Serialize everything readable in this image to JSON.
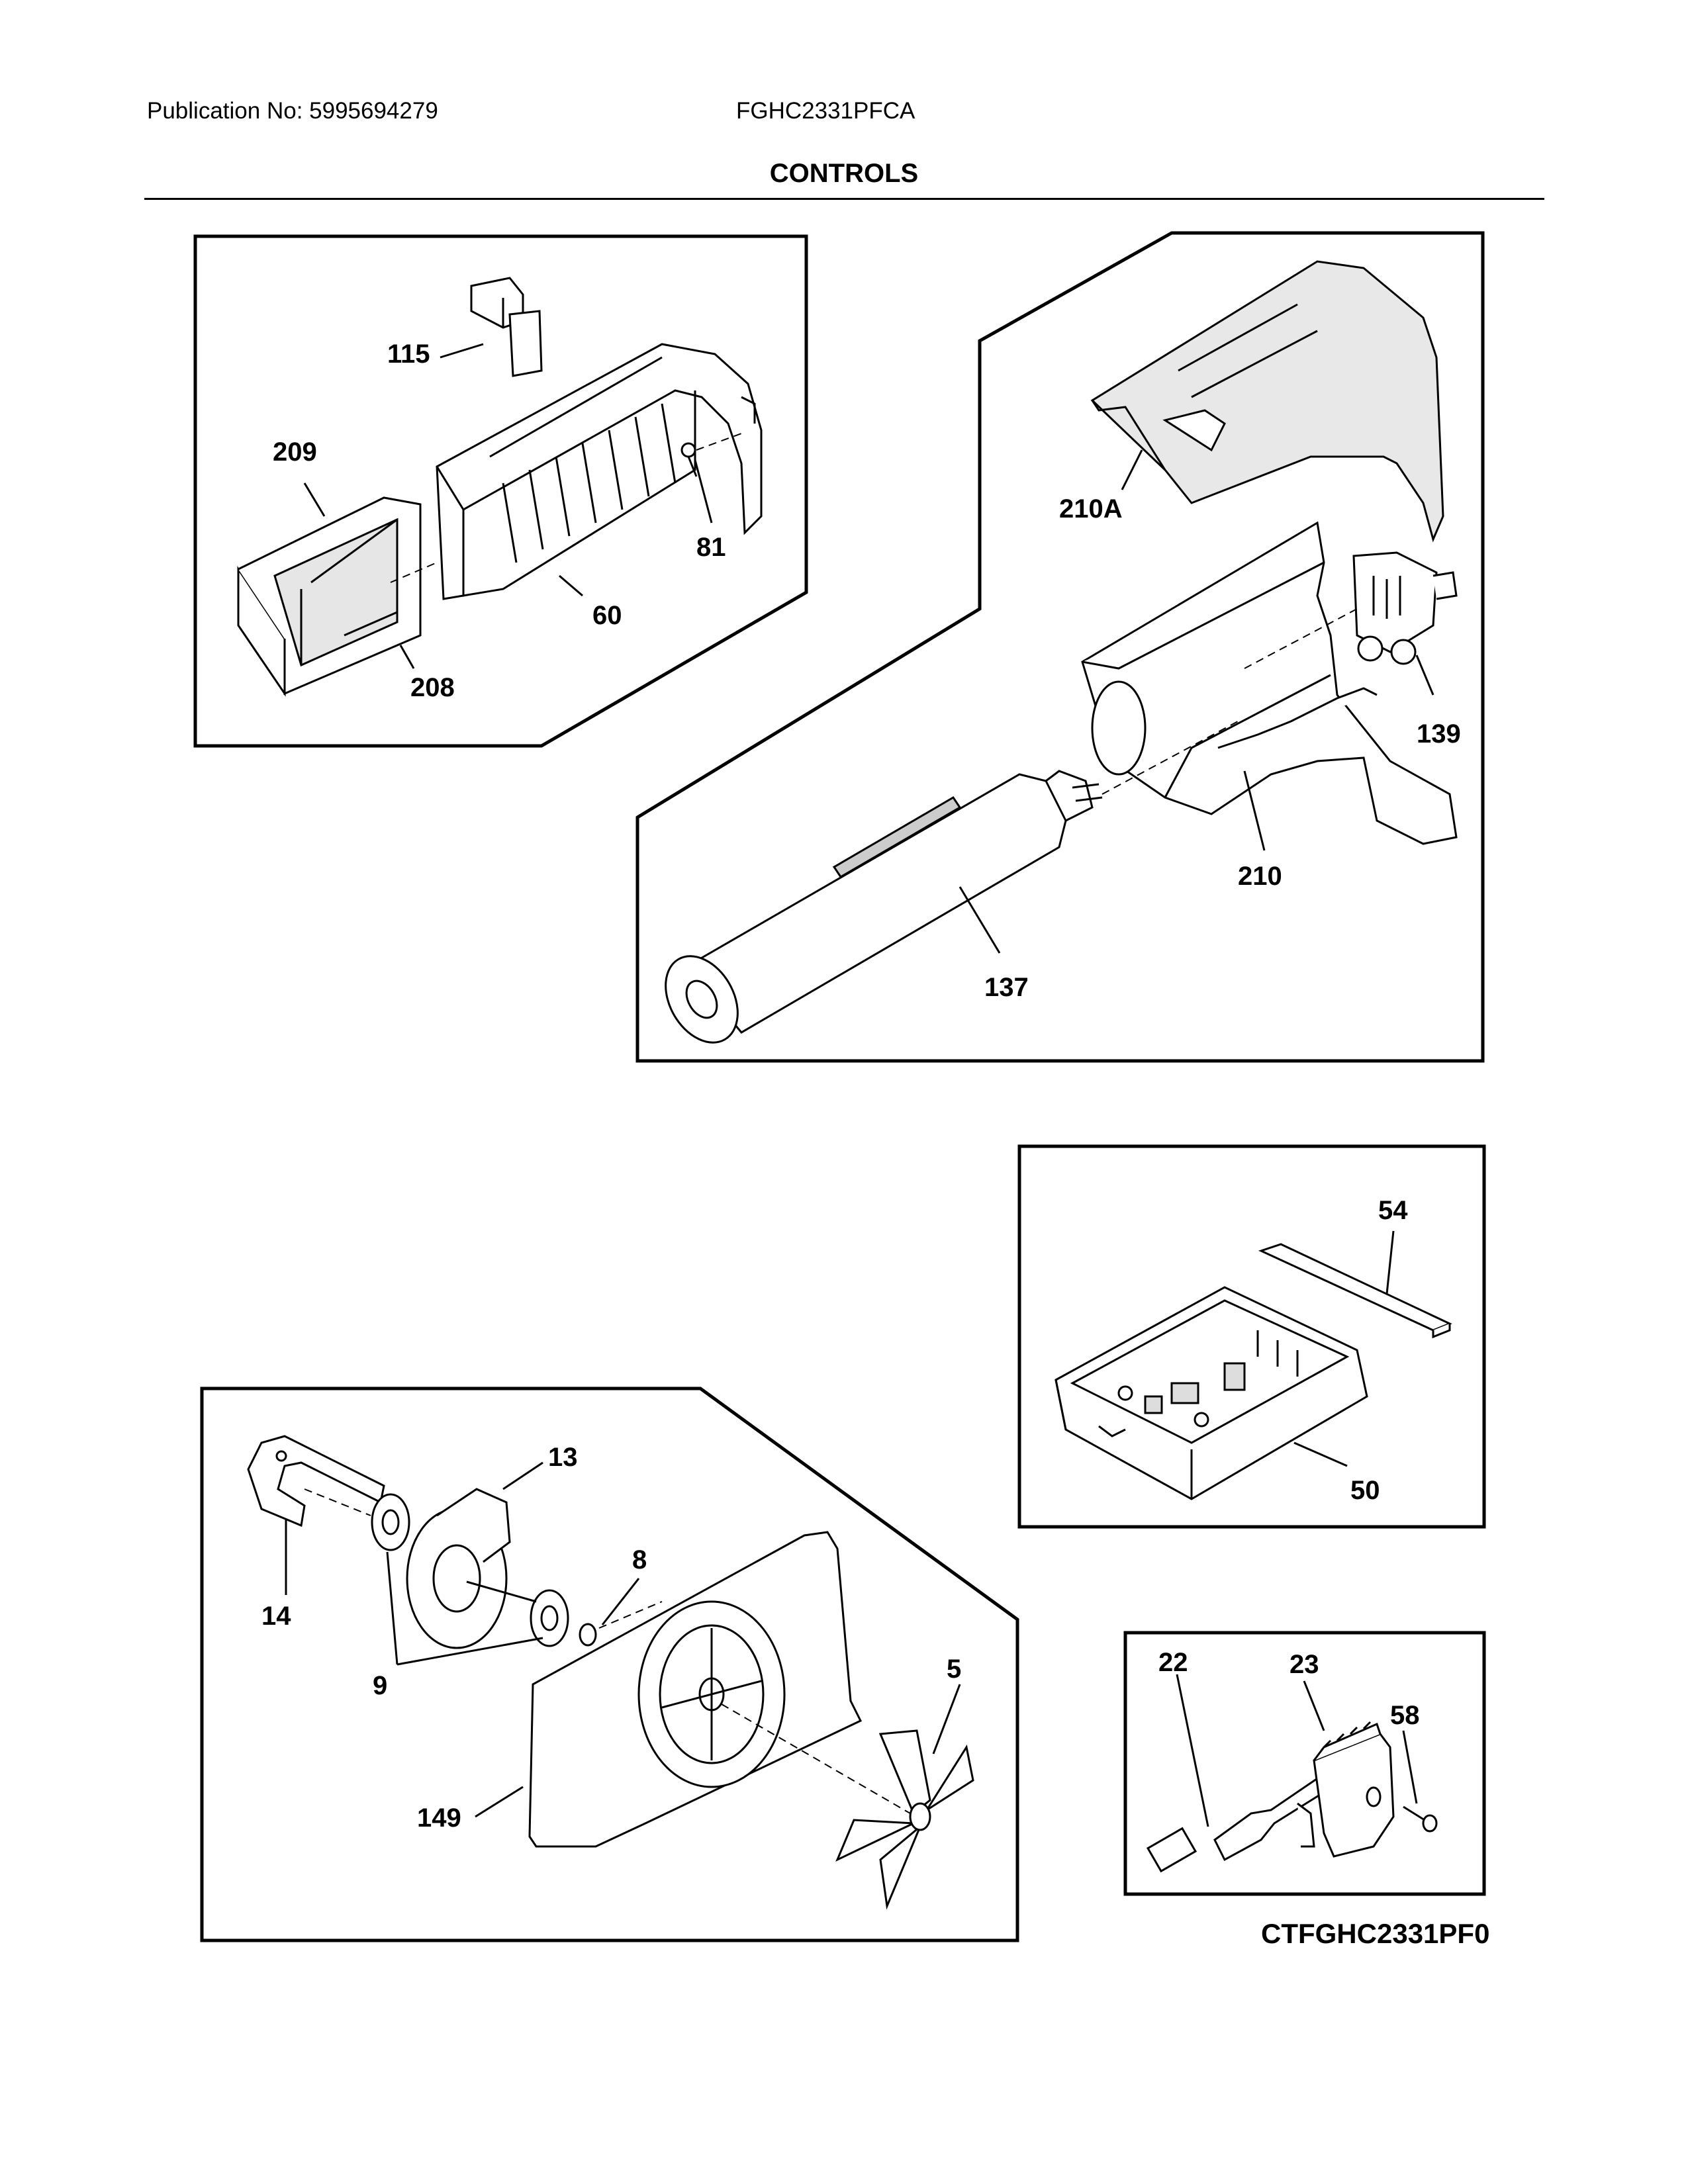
{
  "header": {
    "publication": "Publication No: 5995694279",
    "model": "FGHC2331PFCA",
    "title": "CONTROLS"
  },
  "diagram_code": "CTFGHC2331PF0",
  "callouts": {
    "c115": "115",
    "c209": "209",
    "c81": "81",
    "c60": "60",
    "c208": "208",
    "c210A": "210A",
    "c139": "139",
    "c210": "210",
    "c137": "137",
    "c54": "54",
    "c50": "50",
    "c13": "13",
    "c8": "8",
    "c14": "14",
    "c9": "9",
    "c5": "5",
    "c149": "149",
    "c22": "22",
    "c23": "23",
    "c58": "58"
  }
}
